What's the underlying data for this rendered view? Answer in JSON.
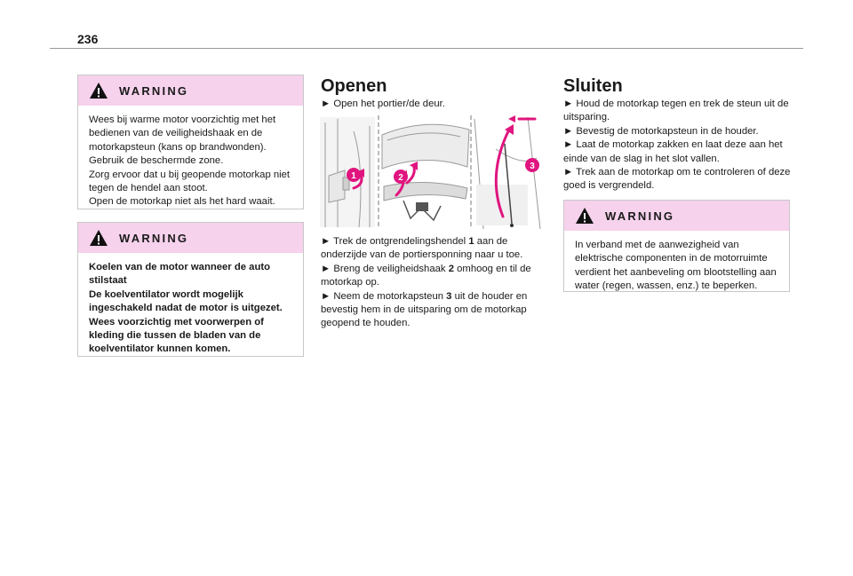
{
  "page": {
    "number": "236"
  },
  "warning1": {
    "title": "WARNING",
    "lines": [
      "Wees bij warme motor voorzichtig met het bedienen van de veiligheidshaak en de motorkapsteun (kans op brandwonden).",
      "Gebruik de beschermde zone.",
      "Zorg ervoor dat u bij geopende motorkap niet tegen de hendel aan stoot.",
      "Open de motorkap niet als het hard waait."
    ]
  },
  "warning2": {
    "title": "WARNING",
    "lines": [
      "Koelen van de motor wanneer de auto stilstaat",
      "De koelventilator wordt mogelijk ingeschakeld nadat de motor is uitgezet.",
      "Wees voorzichtig met voorwerpen of kleding die tussen de bladen van de koelventilator kunnen komen."
    ]
  },
  "openen": {
    "heading": "Openen",
    "step1": "► Open het portier/de deur.",
    "step2": {
      "pre": "► Trek de ontgrendelingshendel ",
      "num": "1",
      "post": " aan de onderzijde van de portiersponning naar u toe."
    },
    "step3": {
      "pre": "► Breng de veiligheidshaak ",
      "num": "2",
      "post": " omhoog en til de motorkap op."
    },
    "step4": {
      "pre": "► Neem de motorkapsteun ",
      "num": "3",
      "post": " uit de houder en bevestig hem in de uitsparing om de motorkap geopend te houden."
    },
    "figure": {
      "callouts": [
        "1",
        "2",
        "3"
      ],
      "accent": "#e0157f"
    }
  },
  "sluiten": {
    "heading": "Sluiten",
    "steps": [
      "► Houd de motorkap tegen en trek de steun uit de uitsparing.",
      "► Bevestig de motorkapsteun in de houder.",
      "► Laat de motorkap zakken en laat deze aan het einde van de slag in het slot vallen.",
      "► Trek aan de motorkap om te controleren of deze goed is vergrendeld."
    ]
  },
  "warning3": {
    "title": "WARNING",
    "lines": [
      "In verband met de aanwezigheid van elektrische componenten in de motorruimte verdient het aanbeveling om blootstelling aan water (regen, wassen, enz.) te beperken."
    ]
  },
  "colors": {
    "warning_header": "#f6d2ec",
    "accent": "#e0157f"
  }
}
